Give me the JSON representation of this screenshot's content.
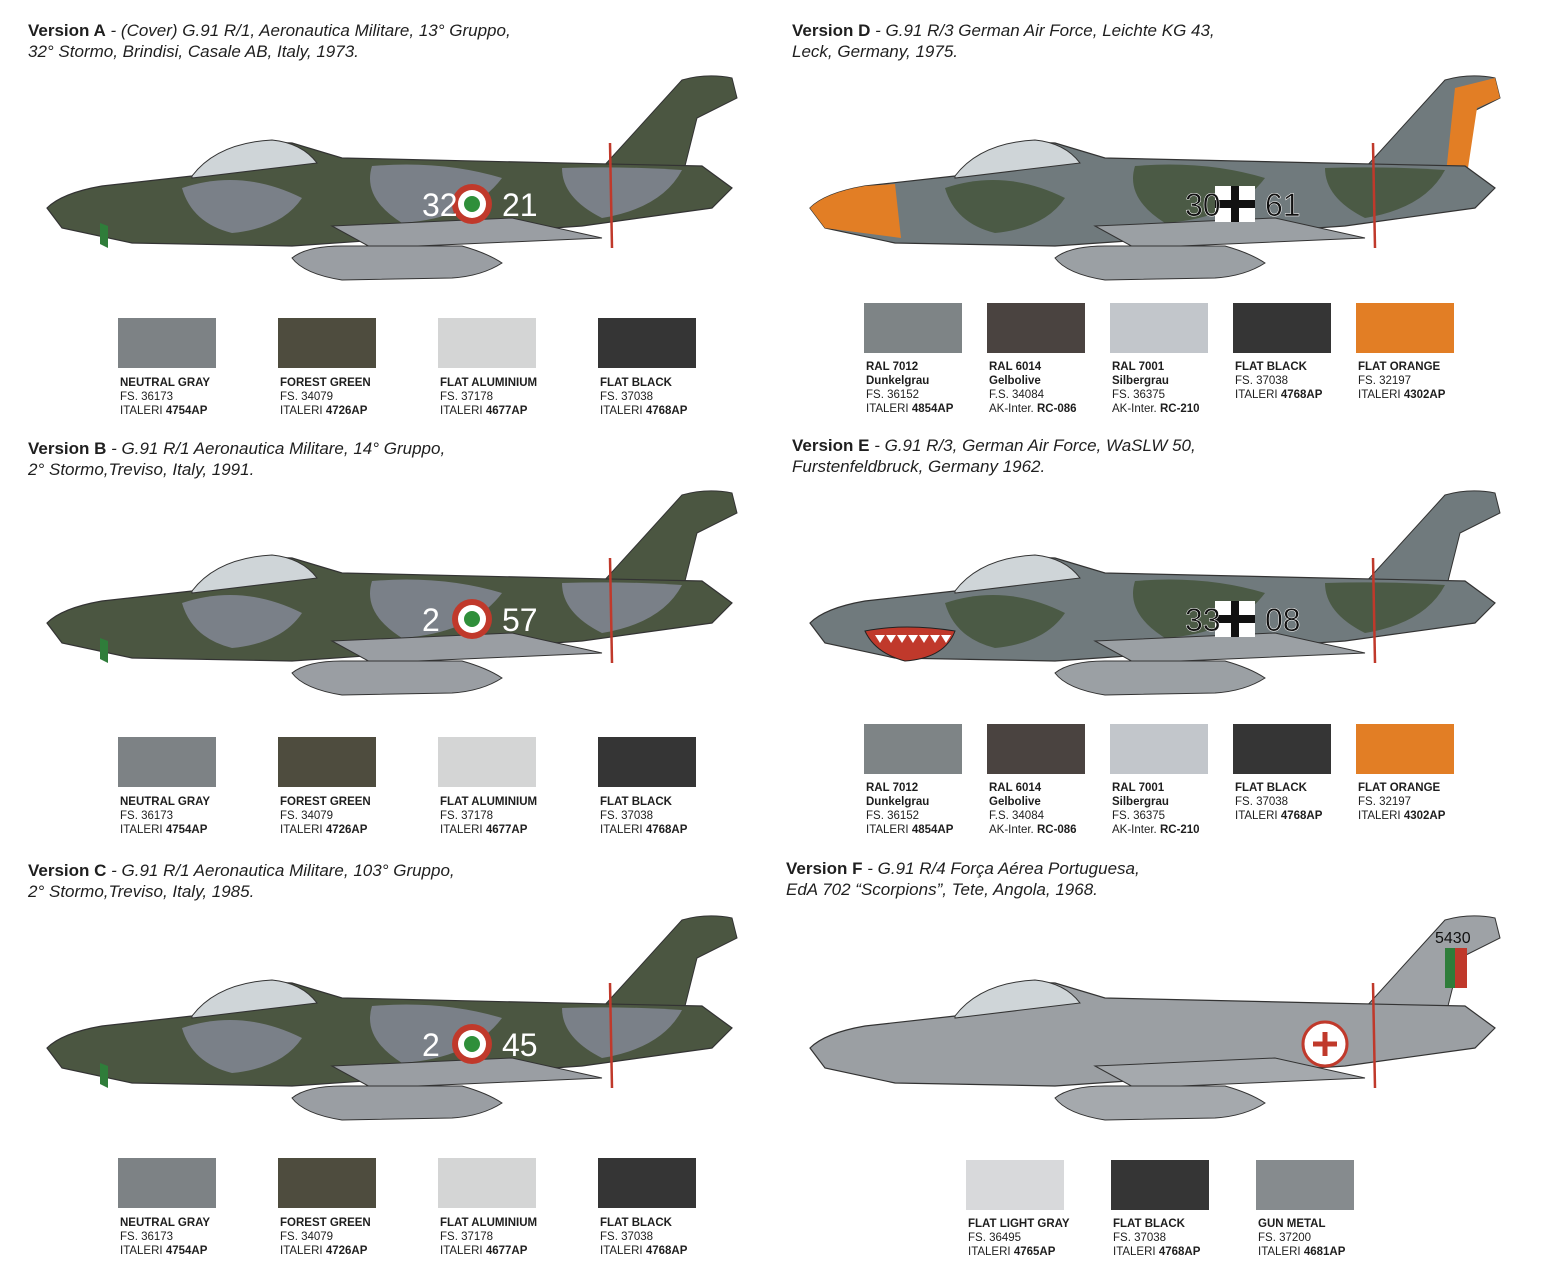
{
  "versions": [
    {
      "id": "A",
      "label": "Version A",
      "desc1": " - (Cover) G.91 R/1, Aeronautica Militare, 13° Gruppo,",
      "desc2": "32° Stormo, Brindisi, Casale AB, Italy, 1973.",
      "code_left": "32",
      "code_right": "21",
      "roundel": "italian",
      "scheme": "italian",
      "paints": [
        {
          "name": "NEUTRAL GRAY",
          "sub": "",
          "fs": "FS. 36173",
          "brand": "ITALERI",
          "code": "4754AP",
          "color": "#7d8285"
        },
        {
          "name": "FOREST GREEN",
          "sub": "",
          "fs": "FS. 34079",
          "brand": "ITALERI",
          "code": "4726AP",
          "color": "#4e4c3e"
        },
        {
          "name": "FLAT ALUMINIUM",
          "sub": "",
          "fs": "FS. 37178",
          "brand": "ITALERI",
          "code": "4677AP",
          "color": "#d4d5d5"
        },
        {
          "name": "FLAT BLACK",
          "sub": "",
          "fs": "FS. 37038",
          "brand": "ITALERI",
          "code": "4768AP",
          "color": "#353535"
        }
      ]
    },
    {
      "id": "B",
      "label": "Version B",
      "desc1": " - G.91 R/1 Aeronautica Militare, 14° Gruppo,",
      "desc2": "2° Stormo,Treviso, Italy, 1991.",
      "code_left": "2",
      "code_right": "57",
      "roundel": "italian",
      "scheme": "italian",
      "paints": [
        {
          "name": "NEUTRAL GRAY",
          "sub": "",
          "fs": "FS. 36173",
          "brand": "ITALERI",
          "code": "4754AP",
          "color": "#7d8285"
        },
        {
          "name": "FOREST GREEN",
          "sub": "",
          "fs": "FS. 34079",
          "brand": "ITALERI",
          "code": "4726AP",
          "color": "#4e4c3e"
        },
        {
          "name": "FLAT ALUMINIUM",
          "sub": "",
          "fs": "FS. 37178",
          "brand": "ITALERI",
          "code": "4677AP",
          "color": "#d4d5d5"
        },
        {
          "name": "FLAT BLACK",
          "sub": "",
          "fs": "FS. 37038",
          "brand": "ITALERI",
          "code": "4768AP",
          "color": "#353535"
        }
      ]
    },
    {
      "id": "C",
      "label": "Version C",
      "desc1": " - G.91 R/1 Aeronautica Militare, 103° Gruppo,",
      "desc2": "2° Stormo,Treviso, Italy, 1985.",
      "code_left": "2",
      "code_right": "45",
      "roundel": "italian",
      "scheme": "italian",
      "paints": [
        {
          "name": "NEUTRAL GRAY",
          "sub": "",
          "fs": "FS. 36173",
          "brand": "ITALERI",
          "code": "4754AP",
          "color": "#7d8285"
        },
        {
          "name": "FOREST GREEN",
          "sub": "",
          "fs": "FS. 34079",
          "brand": "ITALERI",
          "code": "4726AP",
          "color": "#4e4c3e"
        },
        {
          "name": "FLAT ALUMINIUM",
          "sub": "",
          "fs": "FS. 37178",
          "brand": "ITALERI",
          "code": "4677AP",
          "color": "#d4d5d5"
        },
        {
          "name": "FLAT BLACK",
          "sub": "",
          "fs": "FS. 37038",
          "brand": "ITALERI",
          "code": "4768AP",
          "color": "#353535"
        }
      ]
    },
    {
      "id": "D",
      "label": "Version D",
      "desc1": " - G.91 R/3 German Air Force, Leichte KG 43,",
      "desc2": "Leck, Germany, 1975.",
      "code_left": "30",
      "code_right": "61",
      "roundel": "german",
      "scheme": "german-orange",
      "paints": [
        {
          "name": "RAL 7012",
          "sub": "Dunkelgrau",
          "fs": "FS. 36152",
          "brand": "ITALERI",
          "code": "4854AP",
          "color": "#7e8486"
        },
        {
          "name": "RAL 6014",
          "sub": "Gelbolive",
          "fs": "F.S. 34084",
          "brand": "AK-Inter.",
          "code": "RC-086",
          "color": "#4a4340"
        },
        {
          "name": "RAL 7001",
          "sub": "Silbergrau",
          "fs": "FS. 36375",
          "brand": "AK-Inter.",
          "code": "RC-210",
          "color": "#c2c6cb"
        },
        {
          "name": "FLAT BLACK",
          "sub": "",
          "fs": "FS. 37038",
          "brand": "ITALERI",
          "code": "4768AP",
          "color": "#353535"
        },
        {
          "name": "FLAT ORANGE",
          "sub": "",
          "fs": "FS. 32197",
          "brand": "ITALERI",
          "code": "4302AP",
          "color": "#e27e25"
        }
      ]
    },
    {
      "id": "E",
      "label": "Version E",
      "desc1": " - G.91 R/3, German Air Force, WaSLW 50,",
      "desc2": "Furstenfeldbruck, Germany 1962.",
      "code_left": "33",
      "code_right": "08",
      "roundel": "german",
      "scheme": "german-shark",
      "paints": [
        {
          "name": "RAL 7012",
          "sub": "Dunkelgrau",
          "fs": "FS. 36152",
          "brand": "ITALERI",
          "code": "4854AP",
          "color": "#7e8486"
        },
        {
          "name": "RAL 6014",
          "sub": "Gelbolive",
          "fs": "F.S. 34084",
          "brand": "AK-Inter.",
          "code": "RC-086",
          "color": "#4a4340"
        },
        {
          "name": "RAL 7001",
          "sub": "Silbergrau",
          "fs": "FS. 36375",
          "brand": "AK-Inter.",
          "code": "RC-210",
          "color": "#c2c6cb"
        },
        {
          "name": "FLAT BLACK",
          "sub": "",
          "fs": "FS. 37038",
          "brand": "ITALERI",
          "code": "4768AP",
          "color": "#353535"
        },
        {
          "name": "FLAT ORANGE",
          "sub": "",
          "fs": "FS. 32197",
          "brand": "ITALERI",
          "code": "4302AP",
          "color": "#e27e25"
        }
      ]
    },
    {
      "id": "F",
      "label": "Version F",
      "desc1": " - G.91 R/4 Força Aérea Portuguesa,",
      "desc2": "EdA 702 “Scorpions”, Tete, Angola, 1968.",
      "code_left": "",
      "code_right": "",
      "tail_serial": "5430",
      "roundel": "portuguese",
      "scheme": "portuguese",
      "paints": [
        {
          "name": "FLAT LIGHT GRAY",
          "sub": "",
          "fs": "FS. 36495",
          "brand": "ITALERI",
          "code": "4765AP",
          "color": "#d8d9db"
        },
        {
          "name": "FLAT BLACK",
          "sub": "",
          "fs": "FS. 37038",
          "brand": "ITALERI",
          "code": "4768AP",
          "color": "#353535"
        },
        {
          "name": "GUN METAL",
          "sub": "",
          "fs": "FS. 37200",
          "brand": "ITALERI",
          "code": "4681AP",
          "color": "#868b8e"
        }
      ]
    }
  ]
}
